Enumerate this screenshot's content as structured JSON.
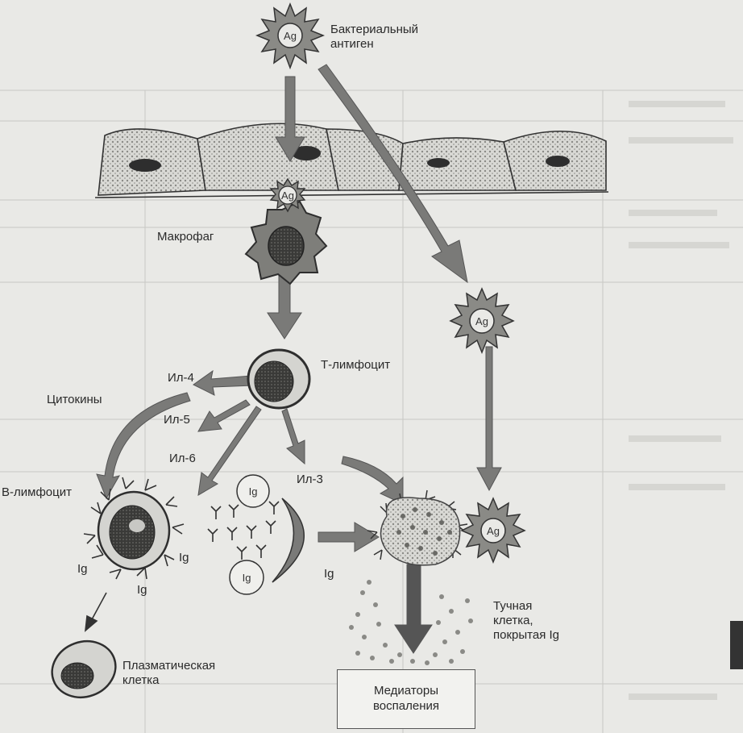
{
  "diagram": {
    "antigen": {
      "line1": "Бактериальный",
      "line2": "антиген"
    },
    "ag_symbol": "Ag",
    "ig_symbol": "Ig",
    "macrophage": "Макрофаг",
    "t_lymphocyte": "Т-лимфоцит",
    "b_lymphocyte": "В-лимфоцит",
    "cytokines": "Цитокины",
    "il4": "Ил-4",
    "il5": "Ил-5",
    "il6": "Ил-6",
    "il3": "Ил-3",
    "plasma_cell": {
      "line1": "Плазматическая",
      "line2": "клетка"
    },
    "mast_cell": {
      "line1": "Тучная",
      "line2": "клетка,",
      "line3": "покрытая Ig"
    },
    "mediators": {
      "line1": "Медиаторы",
      "line2": "воспаления"
    }
  },
  "colors": {
    "arrow": "#7a7a78",
    "outline": "#2e2e2e",
    "page": "#e9e9e6"
  }
}
